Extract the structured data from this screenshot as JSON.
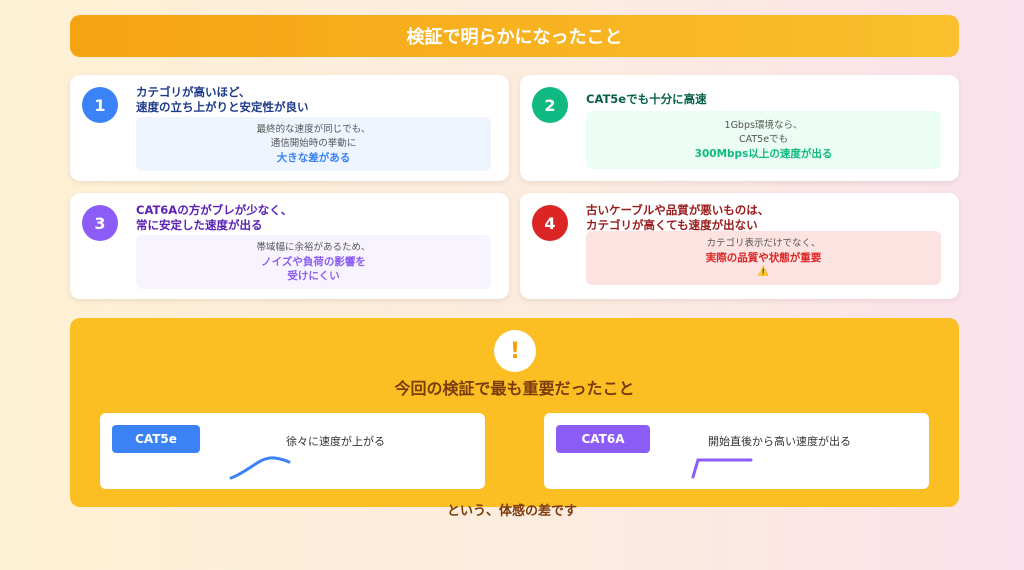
{
  "header": {
    "title": "検証で明らかになったこと"
  },
  "findings": [
    {
      "num": "1",
      "title1": "カテゴリが高いほど、",
      "title2": "速度の立ち上がりと安定性が良い",
      "text1": "最終的な速度が同じでも、",
      "text2": "通信開始時の挙動に",
      "highlight1": "大きな差がある",
      "highlight2": ""
    },
    {
      "num": "2",
      "title1": "CAT5eでも十分に高速",
      "title2": "",
      "text1": "1Gbps環境なら、",
      "text2": "CAT5eでも",
      "highlight1": "300Mbps以上の速度が出る",
      "highlight2": ""
    },
    {
      "num": "3",
      "title1": "CAT6Aの方がブレが少なく、",
      "title2": "常に安定した速度が出る",
      "text1": "帯域幅に余裕があるため、",
      "text2": "",
      "highlight1": "ノイズや負荷の影響を",
      "highlight2": "受けにくい"
    },
    {
      "num": "4",
      "title1": "古いケーブルや品質が悪いものは、",
      "title2": "カテゴリが高くても速度が出ない",
      "text1": "カテゴリ表示だけでなく、",
      "text2": "",
      "highlight1": "実際の品質や状態が重要",
      "highlight2": "⚠️"
    }
  ],
  "summary": {
    "icon": "!",
    "title": "今回の検証で最も重要だったこと",
    "items": [
      {
        "tag": "CAT5e",
        "desc": "徐々に速度が上がる"
      },
      {
        "tag": "CAT6A",
        "desc": "開始直後から高い速度が出る"
      }
    ],
    "footer": "という、体感の差です"
  },
  "colors": {
    "blue": "#3b82f6",
    "green": "#10b981",
    "purple": "#8b5cf6",
    "red": "#dc2626",
    "amber": "#fbbf24"
  }
}
